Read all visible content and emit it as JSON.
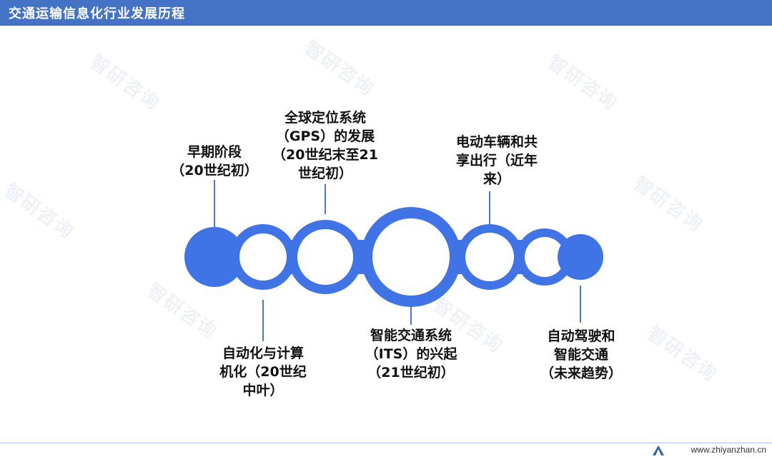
{
  "header": {
    "title": "交通运输信息化行业发展历程"
  },
  "watermark": {
    "text": "智研咨询"
  },
  "stages": [
    {
      "lines": [
        "早期阶段",
        "（20世纪初）"
      ]
    },
    {
      "lines": [
        "自动化与计算",
        "机化（20世纪",
        "中叶）"
      ]
    },
    {
      "lines": [
        "全球定位系统",
        "（GPS）的发展",
        "（20世纪末至21",
        "世纪初）"
      ]
    },
    {
      "lines": [
        "智能交通系统",
        "（ITS）的兴起",
        "（21世纪初）"
      ]
    },
    {
      "lines": [
        "电动车辆和共",
        "享出行（近年",
        "来）"
      ]
    },
    {
      "lines": [
        "自动驾驶和",
        "智能交通",
        "（未来趋势）"
      ]
    }
  ],
  "footer": {
    "url": "www.zhiyanzhan.cn"
  },
  "colors": {
    "accent": "#3f73e6",
    "header": "#4472c4",
    "line": "#4a78d0"
  }
}
